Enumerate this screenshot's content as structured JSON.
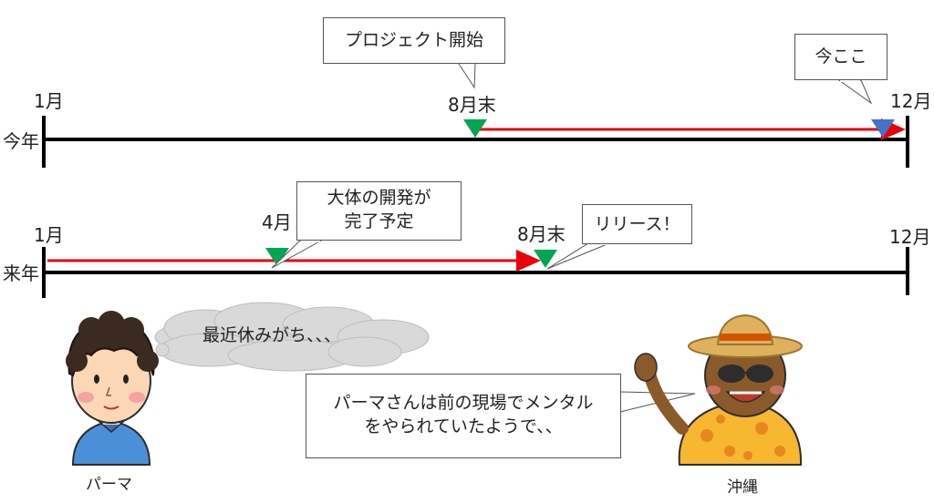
{
  "rows": {
    "this_year": {
      "label": "今年",
      "start_label": "1月",
      "end_label": "12月",
      "milestone_label": "8月末",
      "callout_start": "プロジェクト開始",
      "callout_now": "今ここ"
    },
    "next_year": {
      "label": "来年",
      "start_label": "1月",
      "end_label": "12月",
      "april_label": "4月",
      "august_label": "8月末",
      "callout_april_line1": "大体の開発が",
      "callout_april_line2": "完了予定",
      "callout_release": "リリース！"
    }
  },
  "characters": {
    "left_name": "パーマ",
    "left_thought": "最近休みがち、、、",
    "right_name": "沖縄",
    "right_speech_line1": "パーマさんは前の現場でメンタル",
    "right_speech_line2": "をやられていたようで、、"
  },
  "colors": {
    "timeline": "#000000",
    "arrow": "#e8000b",
    "milestone_green": "#00a651",
    "current_blue": "#4472c4",
    "thought_fill": "#d9d9d9"
  }
}
